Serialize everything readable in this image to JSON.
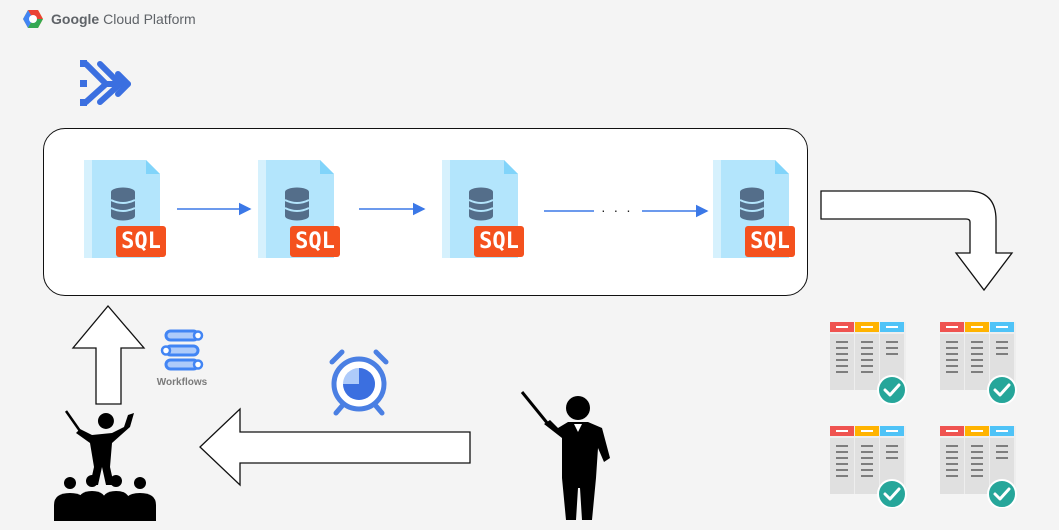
{
  "header": {
    "brand_bold": "Google",
    "brand_rest": "Cloud Platform"
  },
  "pipeline": {
    "nodes": [
      {
        "label": "SQL"
      },
      {
        "label": "SQL"
      },
      {
        "label": "SQL"
      },
      {
        "label": "SQL"
      }
    ],
    "ellipsis": "· · ·"
  },
  "workflows": {
    "label": "Workflows"
  },
  "colors": {
    "sql_badge": "#f4511e",
    "sql_card": "#b3e5fc",
    "arrow_blue": "#3b78e7",
    "gcp_blue": "#4285f4",
    "check_teal": "#26a69a"
  },
  "icons": [
    "gcp-logo-icon",
    "dataflow-icon",
    "database-icon",
    "workflows-icon",
    "scheduler-icon",
    "conductor-icon",
    "audience-icon",
    "presenter-icon",
    "table-check-icon"
  ]
}
